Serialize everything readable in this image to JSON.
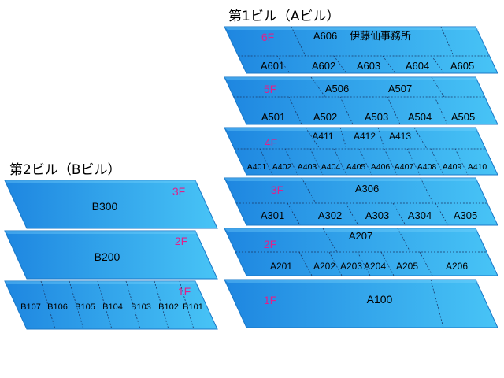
{
  "colors": {
    "floor_label": "#e0208a",
    "slab_top": "#2a8fe6",
    "slab_bottom": "#38bdf5",
    "slab_edge": "#1a78c8",
    "divider": "#1a3a6a"
  },
  "building_a": {
    "title": "第1ビル（Aビル）",
    "floors": [
      {
        "label": "6F",
        "upper": [
          "A606 伊藤仙事務所"
        ],
        "lower": [
          "A601",
          "A602",
          "A603",
          "A604",
          "A605"
        ]
      },
      {
        "label": "5F",
        "upper": [
          "A506",
          "A507"
        ],
        "lower": [
          "A501",
          "A502",
          "A503",
          "A504",
          "A505"
        ]
      },
      {
        "label": "4F",
        "upper": [
          "A411",
          "A412",
          "A413"
        ],
        "lower": [
          "A401",
          "A402",
          "A403",
          "A404",
          "A405",
          "A406",
          "A407",
          "A408",
          "A409",
          "A410"
        ]
      },
      {
        "label": "3F",
        "upper": [
          "A306"
        ],
        "lower": [
          "A301",
          "A302",
          "A303",
          "A304",
          "A305"
        ]
      },
      {
        "label": "2F",
        "upper": [
          "A207"
        ],
        "lower": [
          "A201",
          "A202",
          "A203",
          "A204",
          "A205",
          "A206"
        ]
      },
      {
        "label": "1F",
        "upper": [],
        "lower": [
          "A100"
        ]
      }
    ]
  },
  "building_b": {
    "title": "第2ビル（Bビル）",
    "floors": [
      {
        "label": "3F",
        "rooms": [
          "B300"
        ]
      },
      {
        "label": "2F",
        "rooms": [
          "B200"
        ]
      },
      {
        "label": "1F",
        "rooms": [
          "B107",
          "B106",
          "B105",
          "B104",
          "B103",
          "B102",
          "B101"
        ]
      }
    ]
  }
}
